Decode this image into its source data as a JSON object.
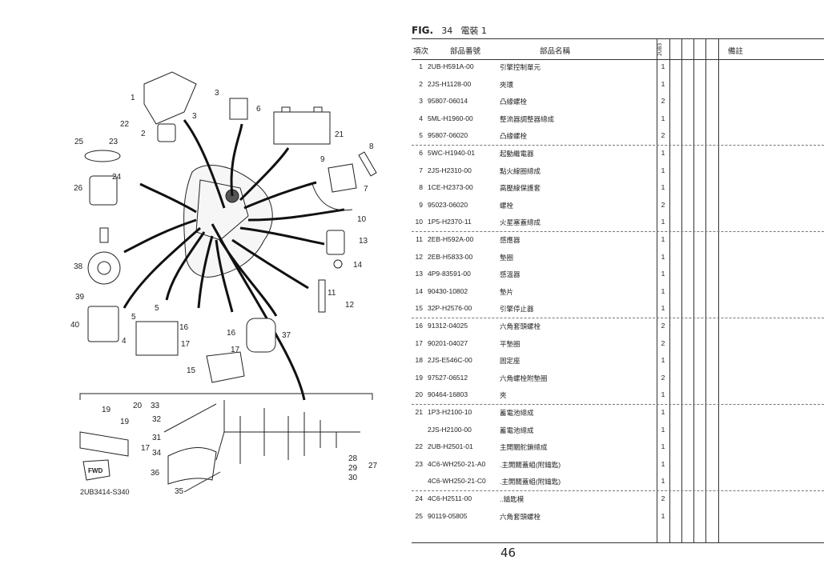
{
  "header": {
    "fig_label": "FIG.",
    "fig_number": "34",
    "fig_title": "電裝 1"
  },
  "table": {
    "columns": {
      "item": "項次",
      "part_no": "部品番號",
      "part_name": "部品名稱",
      "model": "2UB3",
      "remarks": "備註"
    },
    "rows": [
      {
        "no": "1",
        "part_no": "2UB-H591A-00",
        "name": "引擎控制單元",
        "qty": "1"
      },
      {
        "no": "2",
        "part_no": "2JS-H1128-00",
        "name": "夾環",
        "qty": "1"
      },
      {
        "no": "3",
        "part_no": "95807-06014",
        "name": "凸緣螺栓",
        "qty": "2"
      },
      {
        "no": "4",
        "part_no": "5ML-H1960-00",
        "name": "整流器調整器總成",
        "qty": "1"
      },
      {
        "no": "5",
        "part_no": "95807-06020",
        "name": "凸緣螺栓",
        "qty": "2"
      },
      {
        "no": "6",
        "part_no": "5WC-H1940-01",
        "name": "起動繼電器",
        "qty": "1"
      },
      {
        "no": "7",
        "part_no": "2JS-H2310-00",
        "name": "點火線圈總成",
        "qty": "1"
      },
      {
        "no": "8",
        "part_no": "1CE-H2373-00",
        "name": "高壓線保護套",
        "qty": "1"
      },
      {
        "no": "9",
        "part_no": "95023-06020",
        "name": "螺栓",
        "qty": "2"
      },
      {
        "no": "10",
        "part_no": "1P5-H2370-11",
        "name": "火星塞蓋總成",
        "qty": "1"
      },
      {
        "no": "11",
        "part_no": "2EB-H592A-00",
        "name": "感應器",
        "qty": "1"
      },
      {
        "no": "12",
        "part_no": "2EB-H5833-00",
        "name": "墊圈",
        "qty": "1"
      },
      {
        "no": "13",
        "part_no": "4P9-83591-00",
        "name": "感溫器",
        "qty": "1"
      },
      {
        "no": "14",
        "part_no": "90430-10802",
        "name": "墊片",
        "qty": "1"
      },
      {
        "no": "15",
        "part_no": "32P-H2576-00",
        "name": "引擎停止器",
        "qty": "1"
      },
      {
        "no": "16",
        "part_no": "91312-04025",
        "name": "六角套頭螺栓",
        "qty": "2"
      },
      {
        "no": "17",
        "part_no": "90201-04027",
        "name": "平墊圈",
        "qty": "2"
      },
      {
        "no": "18",
        "part_no": "2JS-E546C-00",
        "name": "固定座",
        "qty": "1"
      },
      {
        "no": "19",
        "part_no": "97527-06512",
        "name": "六角螺栓附墊圈",
        "qty": "2"
      },
      {
        "no": "20",
        "part_no": "90464-16803",
        "name": "夾",
        "qty": "1"
      },
      {
        "no": "21",
        "part_no": "1P3-H2100-10",
        "name": "蓄電池總成",
        "qty": "1"
      },
      {
        "no": "",
        "part_no": "2JS-H2100-00",
        "name": "蓄電池總成",
        "qty": "1"
      },
      {
        "no": "22",
        "part_no": "2UB-H2501-01",
        "name": "主開關舵鎖總成",
        "qty": "1"
      },
      {
        "no": "23",
        "part_no": "4C6-WH250-21-A0",
        "name": ".主開關蓋組(附鑰匙)",
        "qty": "1"
      },
      {
        "no": "",
        "part_no": "4C6-WH250-21-C0",
        "name": ".主開關蓋組(附鑰匙)",
        "qty": "1"
      },
      {
        "no": "24",
        "part_no": "4C6-H2511-00",
        "name": "..鑰匙模",
        "qty": "2"
      },
      {
        "no": "25",
        "part_no": "90119-05805",
        "name": "六角套頭螺栓",
        "qty": "1"
      }
    ]
  },
  "diagram": {
    "code": "2UB3414-S340",
    "fwd": "FWD",
    "callouts": [
      "1",
      "3",
      "3",
      "2",
      "22",
      "23",
      "25",
      "24",
      "26",
      "6",
      "21",
      "8",
      "9",
      "7",
      "10",
      "13",
      "14",
      "38",
      "11",
      "12",
      "39",
      "5",
      "5",
      "40",
      "4",
      "16",
      "16",
      "37",
      "17",
      "17",
      "15",
      "19",
      "20",
      "19",
      "17",
      "33",
      "32",
      "31",
      "34",
      "36",
      "35",
      "28",
      "29",
      "27",
      "30"
    ]
  },
  "footer": {
    "page_number": "46"
  }
}
